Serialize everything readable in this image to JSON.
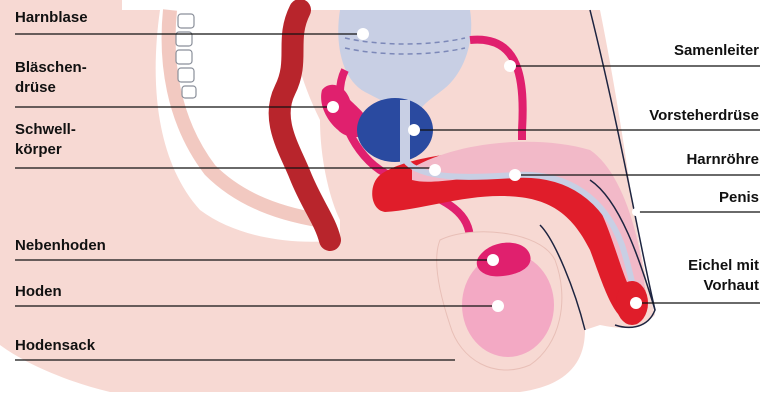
{
  "labels_left": [
    "Harnblase",
    "Bläschen-\ndrüse",
    "Schwell-\nkörper",
    "Nebenhoden",
    "Hoden",
    "Hodensack"
  ],
  "labels_right": [
    "Samenleiter",
    "Vorsteherdrüse",
    "Harnröhre",
    "Penis",
    "Eichel mit\nVorhaut"
  ],
  "colors": {
    "skin": "#f7d9d3",
    "skin_outline": "#1d2440",
    "bladder": "#c8cfe4",
    "prostate": "#2a4aa0",
    "corpus_red": "#e01d2a",
    "corpus_pink": "#f2b9c8",
    "duct_magenta": "#e0206e",
    "rectum": "#b8252c",
    "testis_pink": "#f3a9c4",
    "leader_line": "#111111",
    "marker": "#ffffff"
  }
}
